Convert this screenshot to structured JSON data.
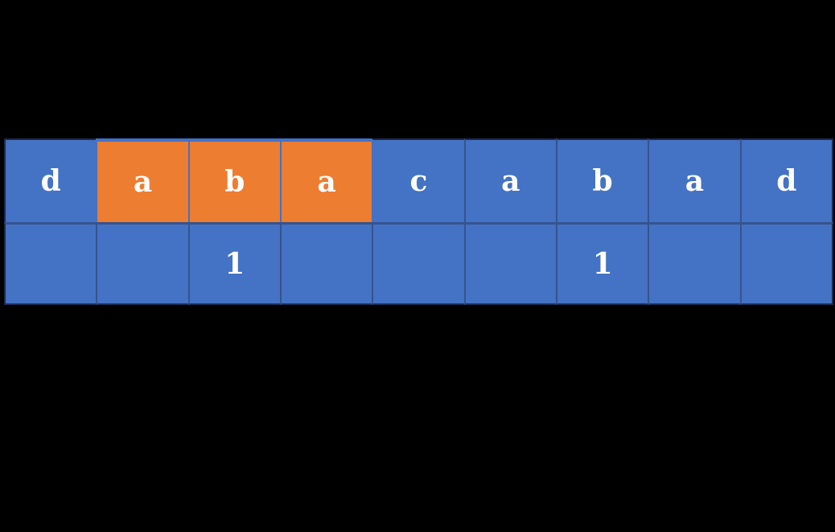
{
  "figure": {
    "description": "String table with highlighted substring",
    "row1": [
      {
        "label": "d",
        "highlighted": false
      },
      {
        "label": "a",
        "highlighted": true
      },
      {
        "label": "b",
        "highlighted": true
      },
      {
        "label": "a",
        "highlighted": true
      },
      {
        "label": "c",
        "highlighted": false
      },
      {
        "label": "a",
        "highlighted": false
      },
      {
        "label": "b",
        "highlighted": false
      },
      {
        "label": "a",
        "highlighted": false
      },
      {
        "label": "d",
        "highlighted": false
      }
    ],
    "row2": [
      "",
      "",
      "1",
      "",
      "",
      "",
      "1",
      "",
      ""
    ]
  },
  "colors": {
    "bg": "#000000",
    "blue": "#4472C4",
    "orange": "#ED7D31",
    "inner": "#35538F",
    "outer": "#1A2A4F",
    "text": "#FFFFFF"
  }
}
